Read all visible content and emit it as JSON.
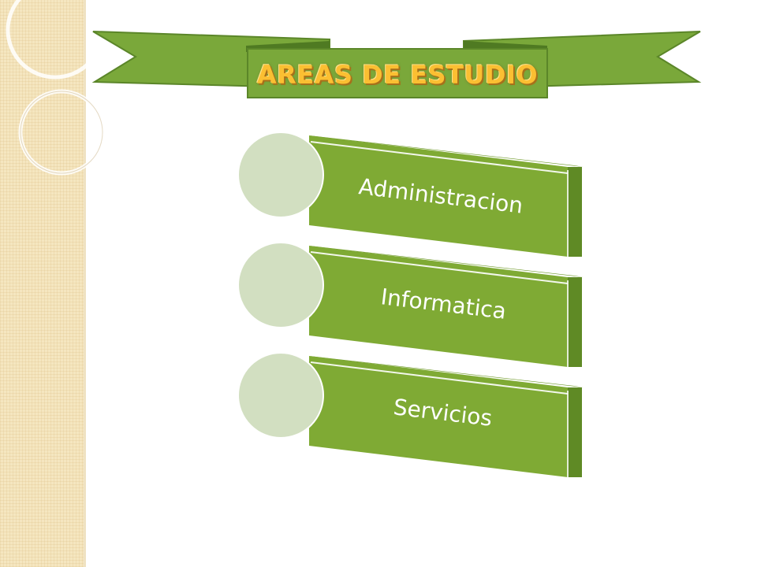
{
  "title": "AREAS DE ESTUDIO",
  "items": [
    {
      "label": "Administracion"
    },
    {
      "label": "Informatica"
    },
    {
      "label": "Servicios"
    }
  ],
  "colors": {
    "ribbon_green": "#7aa83a",
    "ribbon_dark": "#5b8629",
    "block_green": "#7faa34",
    "block_side": "#5f8a25",
    "circle_fill": "#d2dfc1",
    "title_gold": "#fbbf32",
    "sidebar_cream": "#f5e6c0"
  }
}
